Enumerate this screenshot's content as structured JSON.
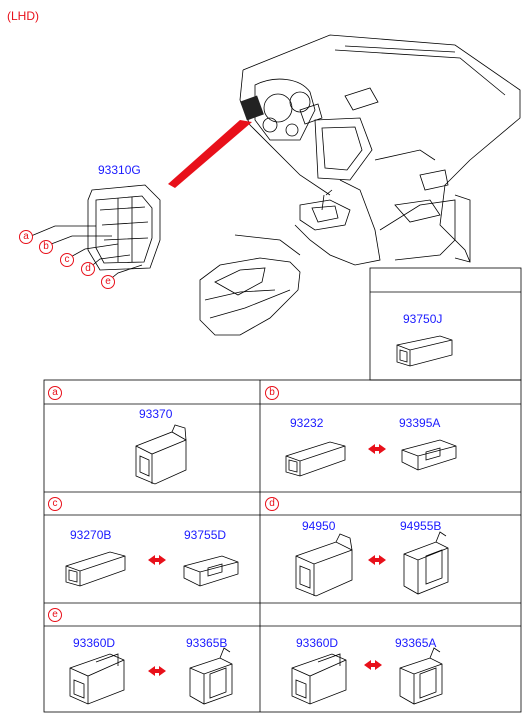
{
  "variant_label": "(LHD)",
  "overview": {
    "main_part": "93310G",
    "callouts": [
      "a",
      "b",
      "c",
      "d",
      "e"
    ]
  },
  "inset": {
    "part": "93750J"
  },
  "cells": [
    {
      "id": "a",
      "parts": [
        "93370"
      ]
    },
    {
      "id": "b",
      "parts": [
        "93232",
        "93395A"
      ]
    },
    {
      "id": "c",
      "parts": [
        "93270B",
        "93755D"
      ]
    },
    {
      "id": "d",
      "parts": [
        "94950",
        "94955B"
      ]
    },
    {
      "id": "e",
      "parts": [
        "93360D",
        "93365B"
      ]
    },
    {
      "id": "",
      "parts": [
        "93360D",
        "93365A"
      ]
    }
  ],
  "colors": {
    "callout": "#e8101a",
    "part_number": "#1a1aff",
    "line": "#000000"
  }
}
